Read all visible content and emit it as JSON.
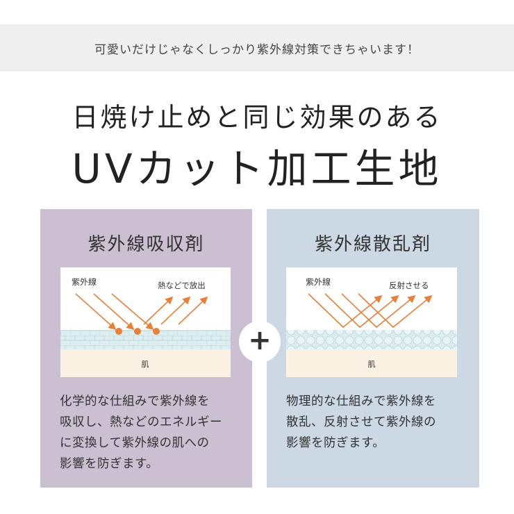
{
  "banner": {
    "text": "可愛いだけじゃなくしっかり紫外線対策できちゃいます！"
  },
  "headline": {
    "line1": "日焼け止めと同じ効果のある",
    "line2": "UVカット加工生地"
  },
  "absorber": {
    "title": "紫外線吸収剤",
    "uv_label": "紫外線",
    "effect_label": "熱などで放出",
    "skin_label": "肌",
    "description": "化学的な仕組みで紫外線を\n吸収し、熱などのエネルギー\nに変換して紫外線の肌への\n影響を防ぎます。"
  },
  "scatterer": {
    "title": "紫外線散乱剤",
    "uv_label": "紫外線",
    "effect_label": "反射させる",
    "skin_label": "肌",
    "description": "物理的な仕組みで紫外線を\n散乱、反射させて紫外線の\n影響を防ぎます。"
  },
  "plus_symbol": "+",
  "colors": {
    "absorber_panel": "#cbbfd2",
    "scatterer_panel": "#ccd8e3",
    "arrow": "#e8803a",
    "skin": "#fbf2e4",
    "layer": "#dceef0"
  }
}
